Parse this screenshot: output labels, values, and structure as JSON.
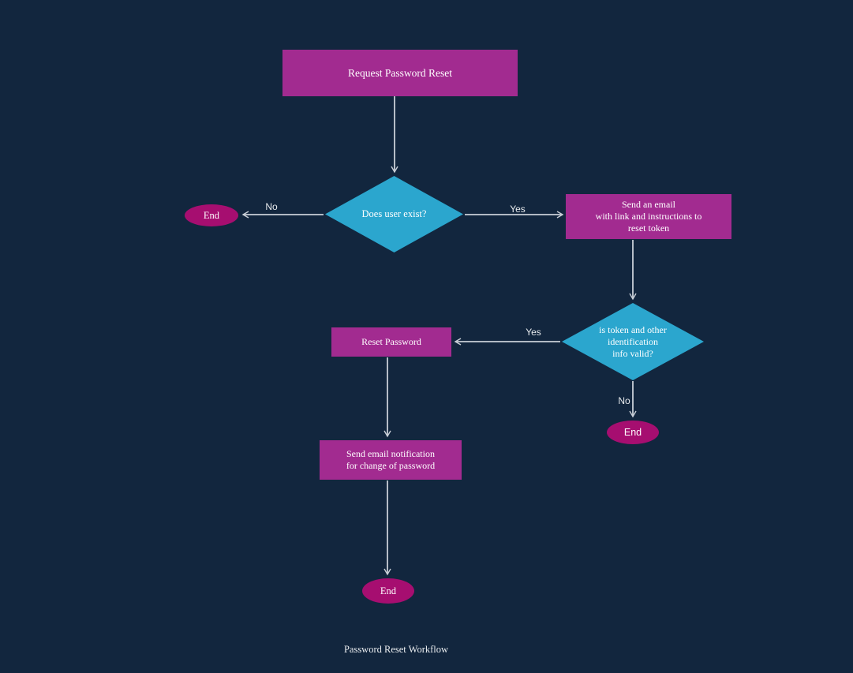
{
  "canvas": {
    "title": "Password Reset Workflow",
    "background_color": "#12263E"
  },
  "colors": {
    "process_fill": "#A22B90",
    "decision_fill": "#2BA6CE",
    "terminator_fill": "#A60E70",
    "connector": "#C9CFD7",
    "node_text": "#FFFFFF",
    "edge_label_text": "#E7EAED"
  },
  "nodes": [
    {
      "id": "start",
      "type": "process",
      "label": "Request Password Reset"
    },
    {
      "id": "decision-user-exists",
      "type": "decision",
      "label": "Does user exist?"
    },
    {
      "id": "end-no-user",
      "type": "terminator",
      "label": "End"
    },
    {
      "id": "send-email-link",
      "type": "process",
      "label": "Send an email\nwith link and instructions to\nreset token"
    },
    {
      "id": "decision-token-valid",
      "type": "decision",
      "label": "is token and other\nidentification\ninfo valid?"
    },
    {
      "id": "reset-password",
      "type": "process",
      "label": "Reset Password"
    },
    {
      "id": "end-invalid-token",
      "type": "terminator",
      "label": "End"
    },
    {
      "id": "send-notification",
      "type": "process",
      "label": "Send email notification\nfor change of password"
    },
    {
      "id": "end-complete",
      "type": "terminator",
      "label": "End"
    }
  ],
  "edges": [
    {
      "from": "start",
      "to": "decision-user-exists",
      "label": ""
    },
    {
      "from": "decision-user-exists",
      "to": "end-no-user",
      "label": "No"
    },
    {
      "from": "decision-user-exists",
      "to": "send-email-link",
      "label": "Yes"
    },
    {
      "from": "send-email-link",
      "to": "decision-token-valid",
      "label": ""
    },
    {
      "from": "decision-token-valid",
      "to": "reset-password",
      "label": "Yes"
    },
    {
      "from": "decision-token-valid",
      "to": "end-invalid-token",
      "label": "No"
    },
    {
      "from": "reset-password",
      "to": "send-notification",
      "label": ""
    },
    {
      "from": "send-notification",
      "to": "end-complete",
      "label": ""
    }
  ]
}
